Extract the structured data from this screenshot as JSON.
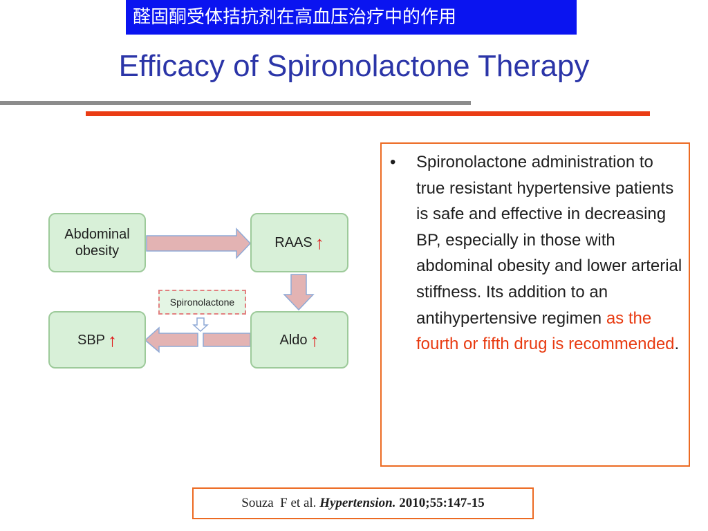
{
  "header": {
    "chinese_title": "醛固酮受体拮抗剂在高血压治疗中的作用",
    "title": "Efficacy of Spironolactone Therapy"
  },
  "diagram": {
    "nodes": [
      {
        "id": "abdominal-obesity",
        "label": "Abdominal obesity",
        "trend": ""
      },
      {
        "id": "raas",
        "label": "RAAS",
        "trend": "↑"
      },
      {
        "id": "aldo",
        "label": "Aldo",
        "trend": "↑"
      },
      {
        "id": "sbp",
        "label": "SBP",
        "trend": "↑"
      }
    ],
    "blocker": {
      "label": "Spironolactone",
      "acts_on": "aldo-to-sbp"
    },
    "edges": [
      {
        "from": "abdominal-obesity",
        "to": "raas"
      },
      {
        "from": "raas",
        "to": "aldo"
      },
      {
        "from": "aldo",
        "to": "sbp",
        "blocked_by": "Spironolactone"
      }
    ],
    "colors": {
      "node_fill": "#d8f0d8",
      "node_border": "#9dca9a",
      "arrow_fill": "#e3b3b3",
      "arrow_border": "#8ea9d6",
      "trend_color": "#e01818"
    }
  },
  "note": {
    "bullet": "•",
    "text": "Spironolactone administration to true resistant hypertensive patients is safe and effective in decreasing BP, especially in those with abdominal obesity and lower arterial stiffness. Its addition to an antihypertensive regimen ",
    "emphasis": "as the fourth or fifth drug is recommended",
    "end": "."
  },
  "citation": {
    "authors": "Souza  F et al. ",
    "journal": "Hypertension.",
    "reference": " 2010;55:147-15"
  },
  "colors": {
    "banner_bg": "#0a14f0",
    "title": "#2b35a8",
    "rule_gray": "#8c8c8c",
    "rule_red": "#ea3c14",
    "box_border": "#ec6a22",
    "emphasis": "#e83a10"
  }
}
